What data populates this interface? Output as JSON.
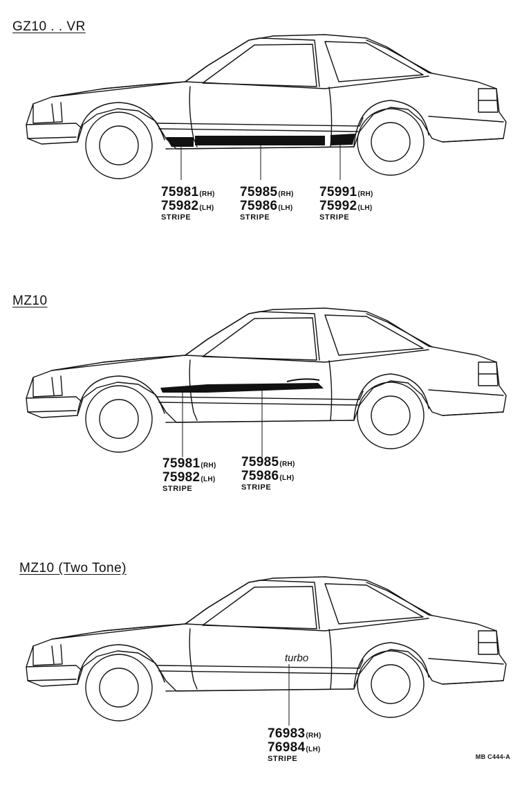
{
  "sections": [
    {
      "title": "GZ10 . . VR",
      "callouts": [
        {
          "rh": "75981",
          "rh_tag": "(RH)",
          "lh": "75982",
          "lh_tag": "(LH)",
          "desc": "STRIPE"
        },
        {
          "rh": "75985",
          "rh_tag": "(RH)",
          "lh": "75986",
          "lh_tag": "(LH)",
          "desc": "STRIPE"
        },
        {
          "rh": "75991",
          "rh_tag": "(RH)",
          "lh": "75992",
          "lh_tag": "(LH)",
          "desc": "STRIPE"
        }
      ]
    },
    {
      "title": "MZ10",
      "callouts": [
        {
          "rh": "75981",
          "rh_tag": "(RH)",
          "lh": "75982",
          "lh_tag": "(LH)",
          "desc": "STRIPE"
        },
        {
          "rh": "75985",
          "rh_tag": "(RH)",
          "lh": "75986",
          "lh_tag": "(LH)",
          "desc": "STRIPE"
        }
      ]
    },
    {
      "title": "MZ10 (Two Tone)",
      "callouts": [
        {
          "rh": "76983",
          "rh_tag": "(RH)",
          "lh": "76984",
          "lh_tag": "(LH)",
          "desc": "STRIPE"
        }
      ],
      "badge": "turbo"
    }
  ],
  "reference": "MB C444-A",
  "colors": {
    "ink": "#111111",
    "paper": "#ffffff"
  }
}
